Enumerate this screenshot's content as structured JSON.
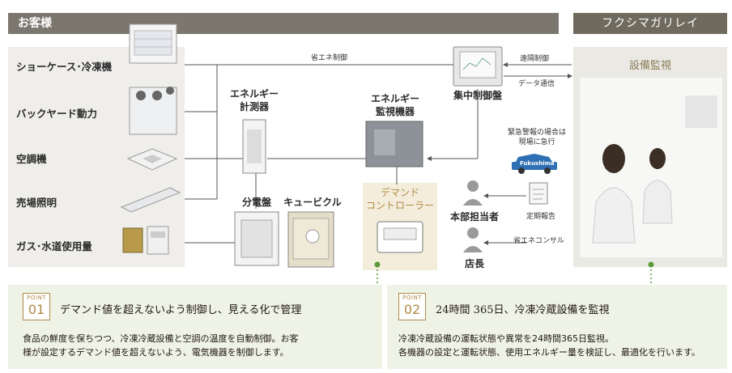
{
  "header": {
    "left_title": "お客様",
    "right_title": "フクシマガリレイ"
  },
  "customer_categories": [
    "ショーケース･冷凍機",
    "バックヤード動力",
    "空調機",
    "売場照明",
    "ガス･水道使用量"
  ],
  "monitoring": {
    "title": "設備監視"
  },
  "devices": {
    "energy_meter": [
      "エネルギー",
      "計測器"
    ],
    "energy_monitor": [
      "エネルギー",
      "監視機器"
    ],
    "central_control": "集中制御盤",
    "distribution_board": "分電盤",
    "cubicle": "キュービクル",
    "demand_controller": [
      "デマンド",
      "コントローラー"
    ],
    "hq_manager": "本部担当者",
    "store_manager": "店長",
    "car_logo": "Fukushima"
  },
  "annotations": {
    "energy_saving_control": "省エネ制御",
    "remote_control": "遠隔制御",
    "data_comm": "データ通信",
    "emergency": [
      "緊急警報の場合は",
      "現場に急行"
    ],
    "periodic_report": "定期報告",
    "energy_consult": "省エネコンサル"
  },
  "points": [
    {
      "label": "POINT",
      "number": "01",
      "title": "デマンド値を超えないよう制御し、見える化で管理",
      "desc": [
        "食品の鮮度を保ちつつ、冷凍冷蔵設備と空調の温度を自動制御。お客",
        "様が設定するデマンド値を超えないよう、電気機器を制御します。"
      ]
    },
    {
      "label": "POINT",
      "number": "02",
      "title": "24時間 365日、冷凍冷蔵設備を監視",
      "desc": [
        "冷凍冷蔵設備の運転状態や異常を24時間365日監視。",
        "各機器の設定と運転状態、使用エネルギー量を検証し、最適化を行います。"
      ]
    }
  ],
  "colors": {
    "header_left": "#7b776f",
    "header_right": "#6e6a5d",
    "accent_gold": "#b08a46",
    "point_bg": "#eef3e6",
    "connector_green": "#5a9a3a"
  }
}
